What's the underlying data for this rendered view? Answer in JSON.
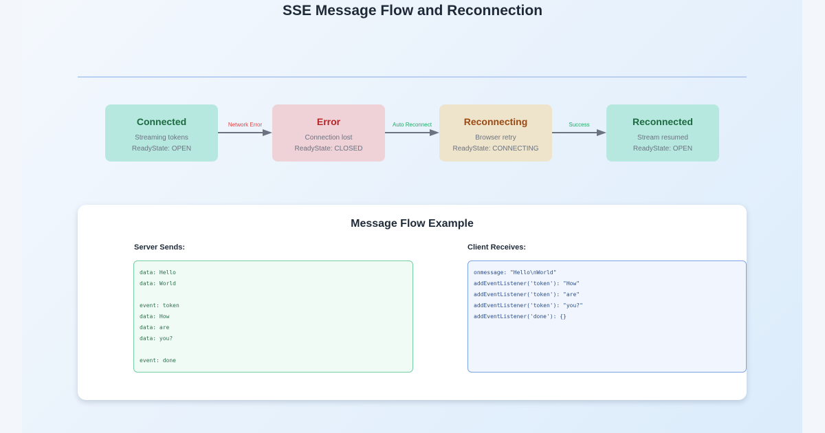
{
  "title": "SSE Message Flow and Reconnection",
  "states": [
    {
      "title": "Connected",
      "line1": "Streaming tokens",
      "line2": "ReadyState: OPEN"
    },
    {
      "title": "Error",
      "line1": "Connection lost",
      "line2": "ReadyState: CLOSED"
    },
    {
      "title": "Reconnecting",
      "line1": "Browser retry",
      "line2": "ReadyState: CONNECTING"
    },
    {
      "title": "Reconnected",
      "line1": "Stream resumed",
      "line2": "ReadyState: OPEN"
    }
  ],
  "transitions": [
    {
      "label": "Network Error"
    },
    {
      "label": "Auto Reconnect"
    },
    {
      "label": "Success"
    }
  ],
  "colors": {
    "connected": "#b7e8df",
    "error": "#efd1d8",
    "reconnecting": "#eee4cc",
    "error_label": "#e24343",
    "success_label": "#22a868"
  },
  "example": {
    "title": "Message Flow Example",
    "server": {
      "heading": "Server Sends:",
      "lines": [
        "data: Hello",
        "data: World",
        "",
        "event: token",
        "data: How",
        "data: are",
        "data: you?",
        "",
        "event: done"
      ]
    },
    "client": {
      "heading": "Client Receives:",
      "lines": [
        "onmessage: \"Hello\\nWorld\"",
        "addEventListener('token'): \"How\"",
        "addEventListener('token'): \"are\"",
        "addEventListener('token'): \"you?\"",
        "addEventListener('done'): {}"
      ]
    }
  }
}
